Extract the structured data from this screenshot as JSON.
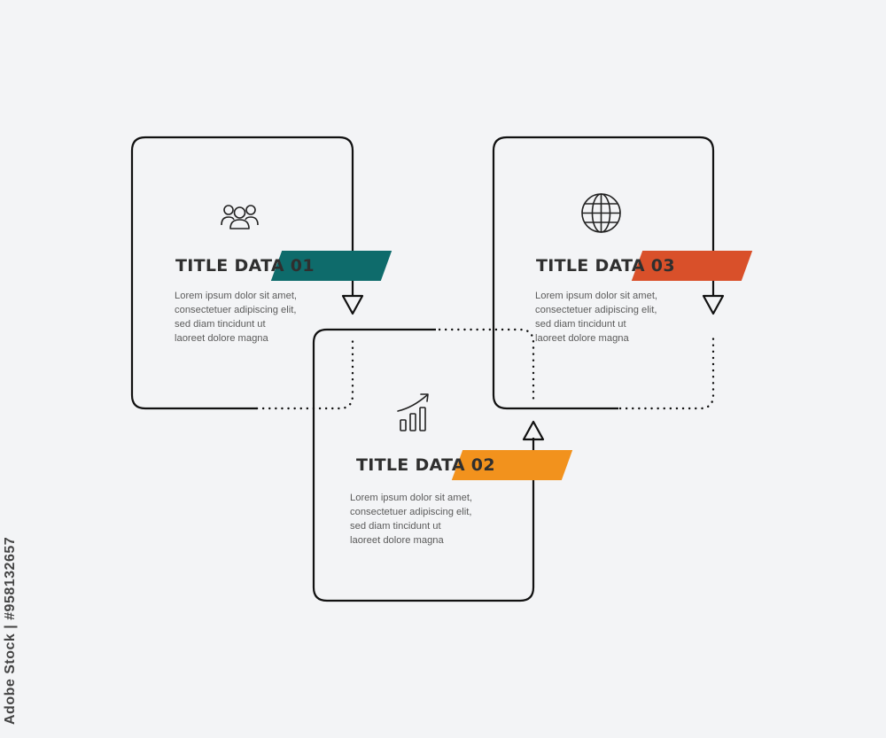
{
  "steps": [
    {
      "title": "TITLE DATA 01",
      "icon": "people-group-icon",
      "tag_color": "#0e6b6b",
      "text": [
        "Lorem ipsum dolor sit amet,",
        "consectetuer adipiscing elit,",
        "sed diam  tincidunt ut",
        "laoreet dolore magna"
      ]
    },
    {
      "title": "TITLE DATA 02",
      "icon": "growth-chart-icon",
      "tag_color": "#f2921d",
      "text": [
        "Lorem ipsum dolor sit amet,",
        "consectetuer adipiscing elit,",
        "sed diam  tincidunt ut",
        "laoreet dolore magna"
      ]
    },
    {
      "title": "TITLE DATA 03",
      "icon": "globe-icon",
      "tag_color": "#d9502a",
      "text": [
        "Lorem ipsum dolor sit amet,",
        "consectetuer adipiscing elit,",
        "sed diam  tincidunt ut",
        "laoreet dolore magna"
      ]
    }
  ],
  "stock_id": "Adobe Stock | #958132657"
}
